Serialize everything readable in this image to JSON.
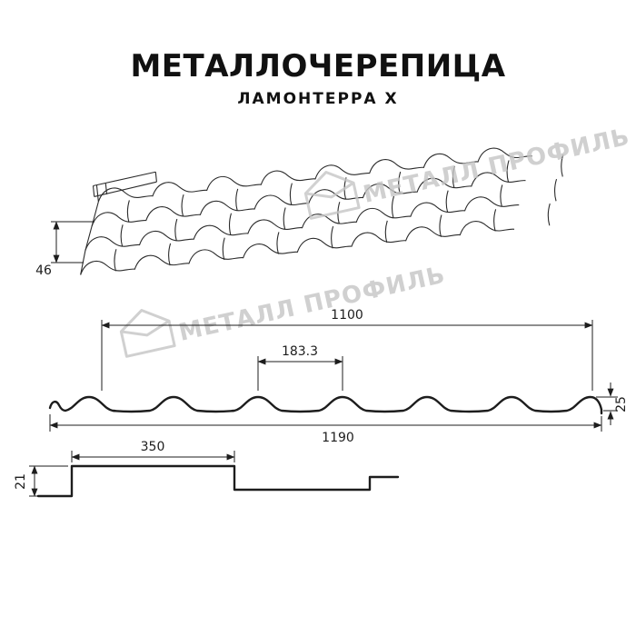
{
  "header": {
    "title": "МЕТАЛЛОЧЕРЕПИЦА",
    "subtitle": "ЛАМОНТЕРРА X"
  },
  "watermark": {
    "text": "МЕТАЛЛ ПРОФИЛЬ",
    "color": "#c5c5c5"
  },
  "perspective_view": {
    "dim_edge_height": "46"
  },
  "cross_section": {
    "dim_cover_width": "1100",
    "dim_wave_pitch": "183.3",
    "dim_profile_height": "25",
    "dim_overall_width": "1190"
  },
  "step_profile": {
    "dim_module_length": "350",
    "dim_step_height": "21"
  },
  "colors": {
    "line": "#1d1d1d"
  }
}
